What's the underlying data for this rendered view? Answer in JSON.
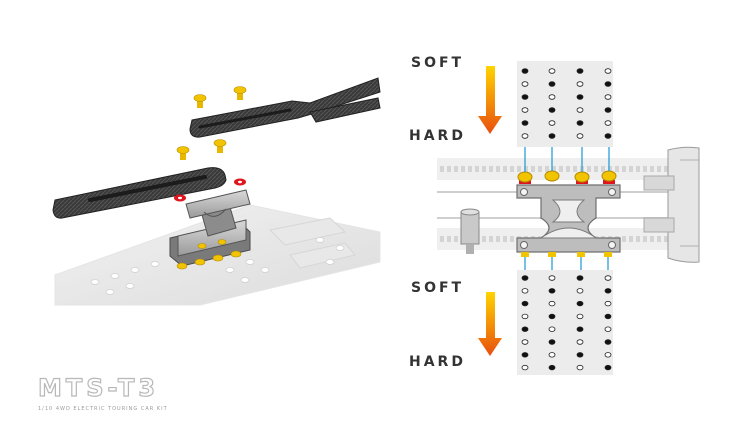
{
  "labels": {
    "soft_top": "SOFT",
    "hard_top": "HARD",
    "soft_bottom": "SOFT",
    "hard_bottom": "HARD"
  },
  "brand": {
    "logo": "MTS-T3",
    "subtitle": "1/10 4WD ELECTRIC TOURING CAR KIT"
  },
  "icons": {
    "arrow": "down-gradient-arrow",
    "screw": "gold-screw-icon"
  },
  "colors": {
    "arrow_top": "#ffd400",
    "arrow_bottom": "#e84e0f",
    "screw_gold": "#f2c400",
    "washer_red": "#e0141e",
    "guide_blue": "#2a9fd8",
    "carbon": "#3a3a3a",
    "aluminium": "#bdbdbd"
  }
}
